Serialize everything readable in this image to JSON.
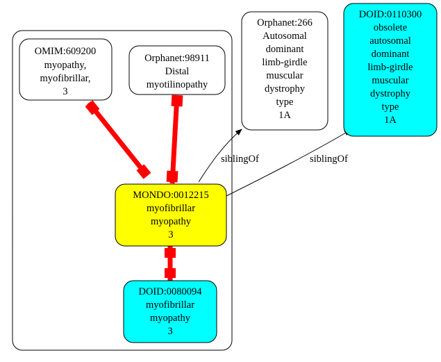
{
  "colors": {
    "yellow": "#ffff00",
    "cyan": "#00ffff",
    "white": "#ffffff",
    "red_edge": "#ff0000",
    "black": "#000000"
  },
  "nodes": {
    "omim_609200": {
      "lines": [
        "OMIM:609200",
        "myopathy,",
        "myofibrillar,",
        "3"
      ],
      "fill": "#ffffff"
    },
    "orphanet_98911": {
      "lines": [
        "Orphanet:98911",
        "Distal",
        "myotilinopathy"
      ],
      "fill": "#ffffff"
    },
    "orphanet_266": {
      "lines": [
        "Orphanet:266",
        "Autosomal",
        "dominant",
        "limb-girdle",
        "muscular",
        "dystrophy",
        "type",
        "1A"
      ],
      "fill": "#ffffff"
    },
    "doid_0110300": {
      "lines": [
        "DOID:0110300",
        "obsolete",
        "autosomal",
        "dominant",
        "limb-girdle",
        "muscular",
        "dystrophy",
        "type",
        "1A"
      ],
      "fill": "#00ffff"
    },
    "mondo_0012215": {
      "lines": [
        "MONDO:0012215",
        "myofibrillar",
        "myopathy",
        "3"
      ],
      "fill": "#ffff00"
    },
    "doid_0080094": {
      "lines": [
        "DOID:0080094",
        "myofibrillar",
        "myopathy",
        "3"
      ],
      "fill": "#00ffff"
    }
  },
  "edges": [
    {
      "from": "omim_609200",
      "to": "mondo_0012215",
      "style": "equivalent",
      "label": ""
    },
    {
      "from": "orphanet_98911",
      "to": "mondo_0012215",
      "style": "equivalent",
      "label": ""
    },
    {
      "from": "mondo_0012215",
      "to": "doid_0080094",
      "style": "equivalent",
      "label": ""
    },
    {
      "from": "mondo_0012215",
      "to": "orphanet_266",
      "style": "arrow",
      "label": "siblingOf"
    },
    {
      "from": "mondo_0012215",
      "to": "doid_0110300",
      "style": "arrow",
      "label": "siblingOf"
    }
  ]
}
